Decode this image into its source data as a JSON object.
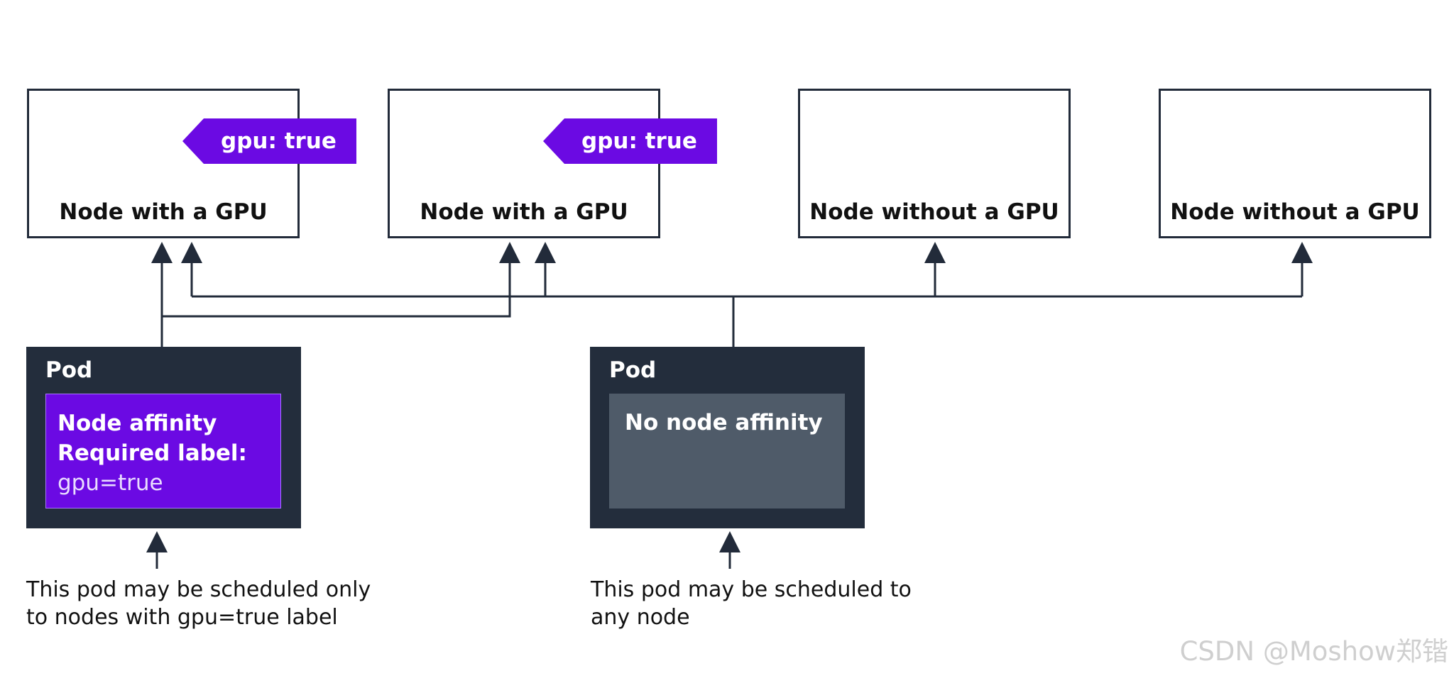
{
  "nodes": [
    {
      "label": "Node with a GPU",
      "tag": "gpu: true"
    },
    {
      "label": "Node with a GPU",
      "tag": "gpu: true"
    },
    {
      "label": "Node without a GPU"
    },
    {
      "label": "Node without a GPU"
    }
  ],
  "pods": [
    {
      "title": "Pod",
      "affinity_line1": "Node affinity",
      "affinity_line2": "Required label:",
      "affinity_value": "gpu=true",
      "caption_line1": "This pod may be scheduled only",
      "caption_line2": "to nodes with gpu=true label"
    },
    {
      "title": "Pod",
      "affinity_line1": "No node affinity",
      "caption_line1": "This pod may be scheduled to",
      "caption_line2": "any node"
    }
  ],
  "colors": {
    "accent_purple": "#6b0ae3",
    "pod_dark": "#232d3c",
    "pod_gray": "#4f5b69",
    "line": "#222b3a"
  },
  "watermark": "CSDN @Moshow郑锴"
}
